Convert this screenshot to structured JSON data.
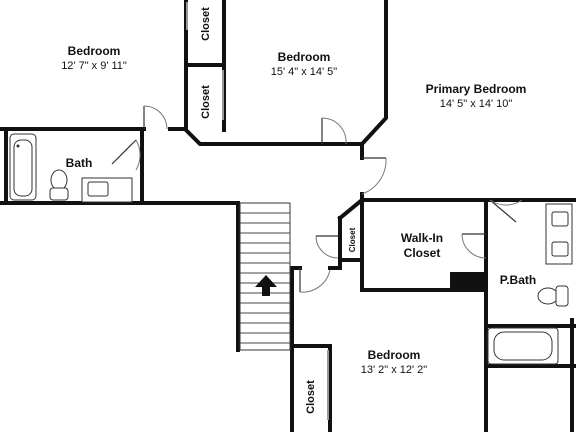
{
  "plan": {
    "rooms": [
      {
        "id": "bedroom-nw",
        "name": "Bedroom",
        "dims": "12' 7\" x 9' 11\""
      },
      {
        "id": "bedroom-center",
        "name": "Bedroom",
        "dims": "15' 4\" x 14' 5\""
      },
      {
        "id": "primary-bedroom",
        "name": "Primary Bedroom",
        "dims": "14' 5\" x 14' 10\""
      },
      {
        "id": "bath",
        "name": "Bath",
        "dims": ""
      },
      {
        "id": "walk-in-closet",
        "name": "Walk-In Closet",
        "line1": "Walk-In",
        "line2": "Closet"
      },
      {
        "id": "p-bath",
        "name": "P.Bath",
        "dims": ""
      },
      {
        "id": "bedroom-south",
        "name": "Bedroom",
        "dims": "13' 2\" x 12' 2\""
      }
    ],
    "closets": [
      {
        "id": "closet-top",
        "label": "Closet"
      },
      {
        "id": "closet-mid",
        "label": "Closet"
      },
      {
        "id": "closet-hall",
        "label": "Closet"
      },
      {
        "id": "closet-south",
        "label": "Closet"
      }
    ],
    "stairs_direction": "up",
    "colors": {
      "wall": "#111111",
      "door_arc": "#777777",
      "background": "#ffffff"
    }
  }
}
